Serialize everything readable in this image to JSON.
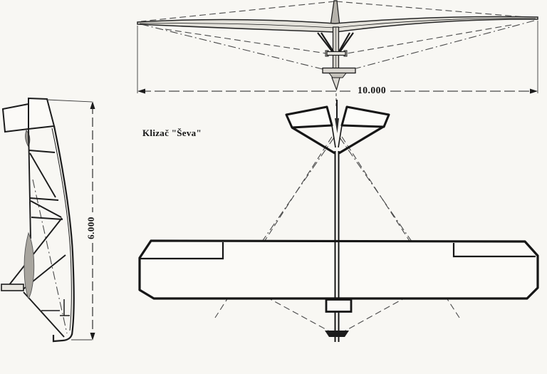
{
  "drawing": {
    "title": "Klizač \"Ševa\"",
    "dimension_wingspan": "10.000",
    "dimension_length": "6.000"
  },
  "colors": {
    "ink": "#1c1c1c",
    "paper": "#f8f7f3",
    "shade_gray": "#a8a59e",
    "wire_gray": "#4a4a4a"
  }
}
